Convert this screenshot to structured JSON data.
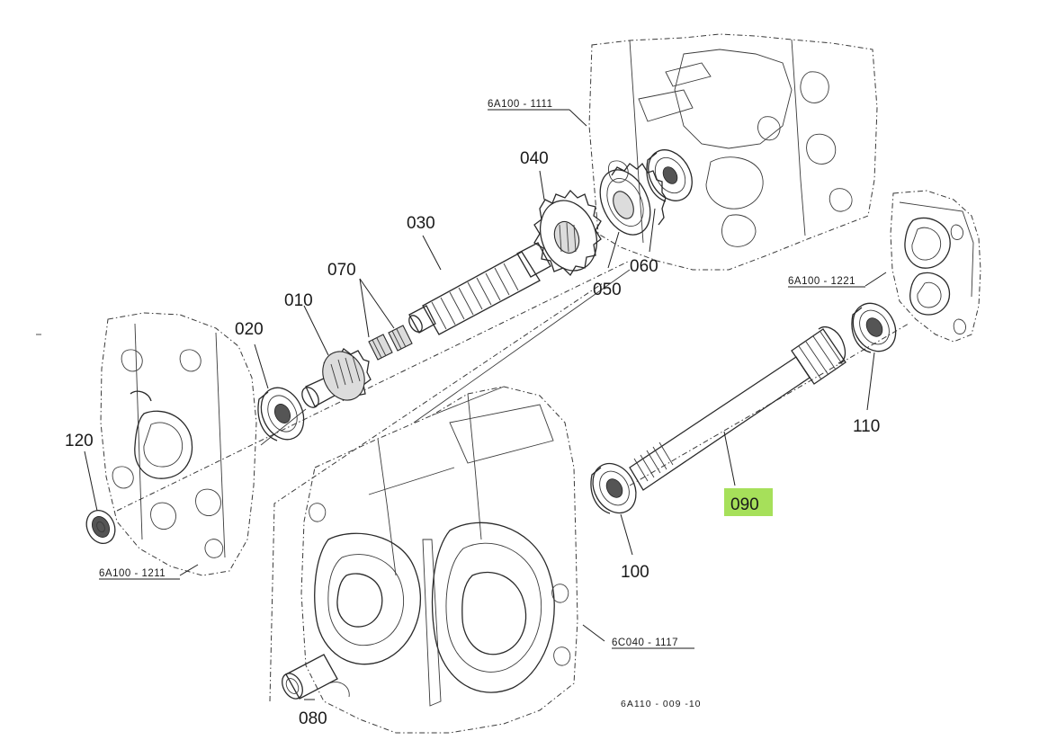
{
  "labels": {
    "p010": "010",
    "p020": "020",
    "p030": "030",
    "p040": "040",
    "p050": "050",
    "p060": "060",
    "p070": "070",
    "p080": "080",
    "p090": "090",
    "p100": "100",
    "p110": "110",
    "p120": "120"
  },
  "references": {
    "ref_6a100_1111": "6A100 - 1111",
    "ref_6a100_1221": "6A100 - 1221",
    "ref_6a100_1211": "6A100 - 1211",
    "ref_6c040_1117": "6C040 - 1117"
  },
  "figure_code": "6A110 - 009 -10",
  "colors": {
    "highlight": "#a6e05a",
    "ink": "#1a1a1a"
  }
}
